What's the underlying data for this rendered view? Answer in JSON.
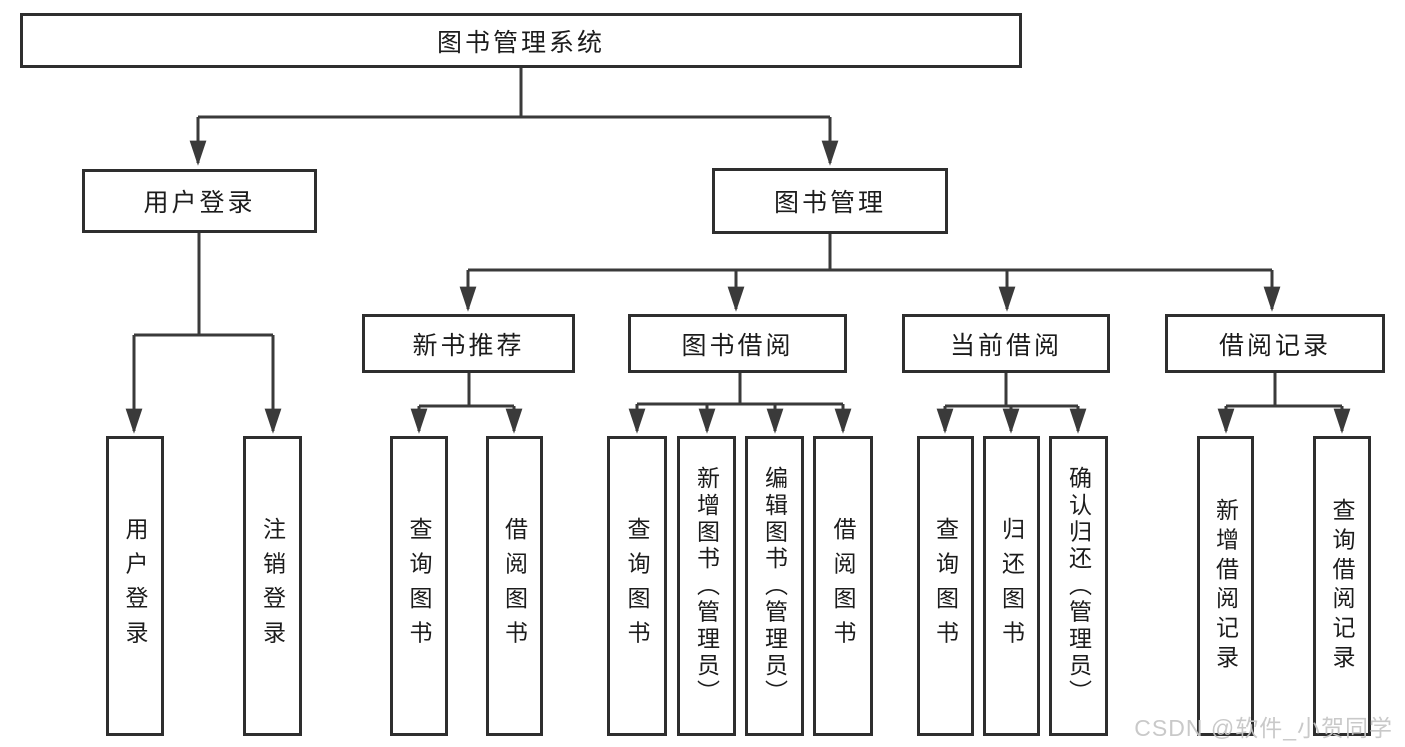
{
  "colors": {
    "background": "#ffffff",
    "line": "#3a3a3a",
    "box_border": "#2e2e2e",
    "text": "#1c1c1c",
    "watermark": "#c6c6c6"
  },
  "nodes": {
    "root": {
      "label": "图书管理系统"
    },
    "user_login": {
      "label": "用户登录"
    },
    "book_management": {
      "label": "图书管理"
    },
    "new_book_recommendation": {
      "label": "新书推荐"
    },
    "book_borrowing": {
      "label": "图书借阅"
    },
    "current_borrowing": {
      "label": "当前借阅"
    },
    "borrowing_records": {
      "label": "借阅记录"
    },
    "login_children": [
      {
        "label": "用户登录"
      },
      {
        "label": "注销登录"
      }
    ],
    "recommendation_children": [
      {
        "label": "查询图书"
      },
      {
        "label": "借阅图书"
      }
    ],
    "borrowing_children": [
      {
        "label": "查询图书"
      },
      {
        "label": "新增图书（管理员）"
      },
      {
        "label": "编辑图书（管理员）"
      },
      {
        "label": "借阅图书"
      }
    ],
    "current_children": [
      {
        "label": "查询图书"
      },
      {
        "label": "归还图书"
      },
      {
        "label": "确认归还（管理员）"
      }
    ],
    "records_children": [
      {
        "label": "新增借阅记录"
      },
      {
        "label": "查询借阅记录"
      }
    ]
  },
  "watermark": {
    "text": "CSDN @软件_小贺同学"
  }
}
